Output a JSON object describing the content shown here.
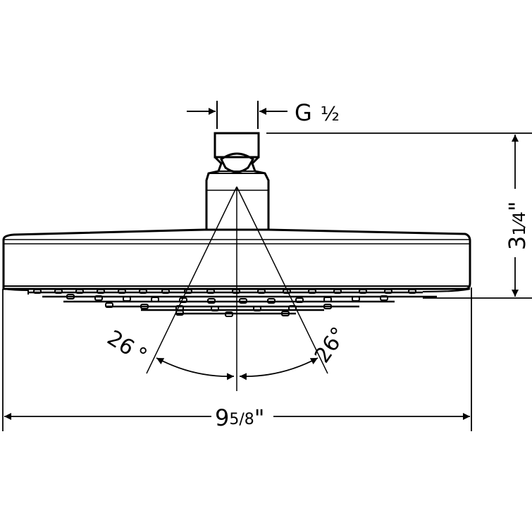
{
  "drawing": {
    "subject": "Rain shower head side-elevation dimension drawing",
    "line_color": "#000000",
    "background": "#ffffff"
  },
  "dimensions": {
    "connection": {
      "prefix": "G",
      "value": "½"
    },
    "height": {
      "whole": "3",
      "fraction": "1⁄4",
      "unit": "\""
    },
    "width": {
      "whole": "9",
      "fraction": "5/8",
      "unit": "\""
    },
    "spray_angle_left": {
      "value": "26",
      "unit": "°"
    },
    "spray_angle_right": {
      "value": "26",
      "unit": "°"
    }
  }
}
